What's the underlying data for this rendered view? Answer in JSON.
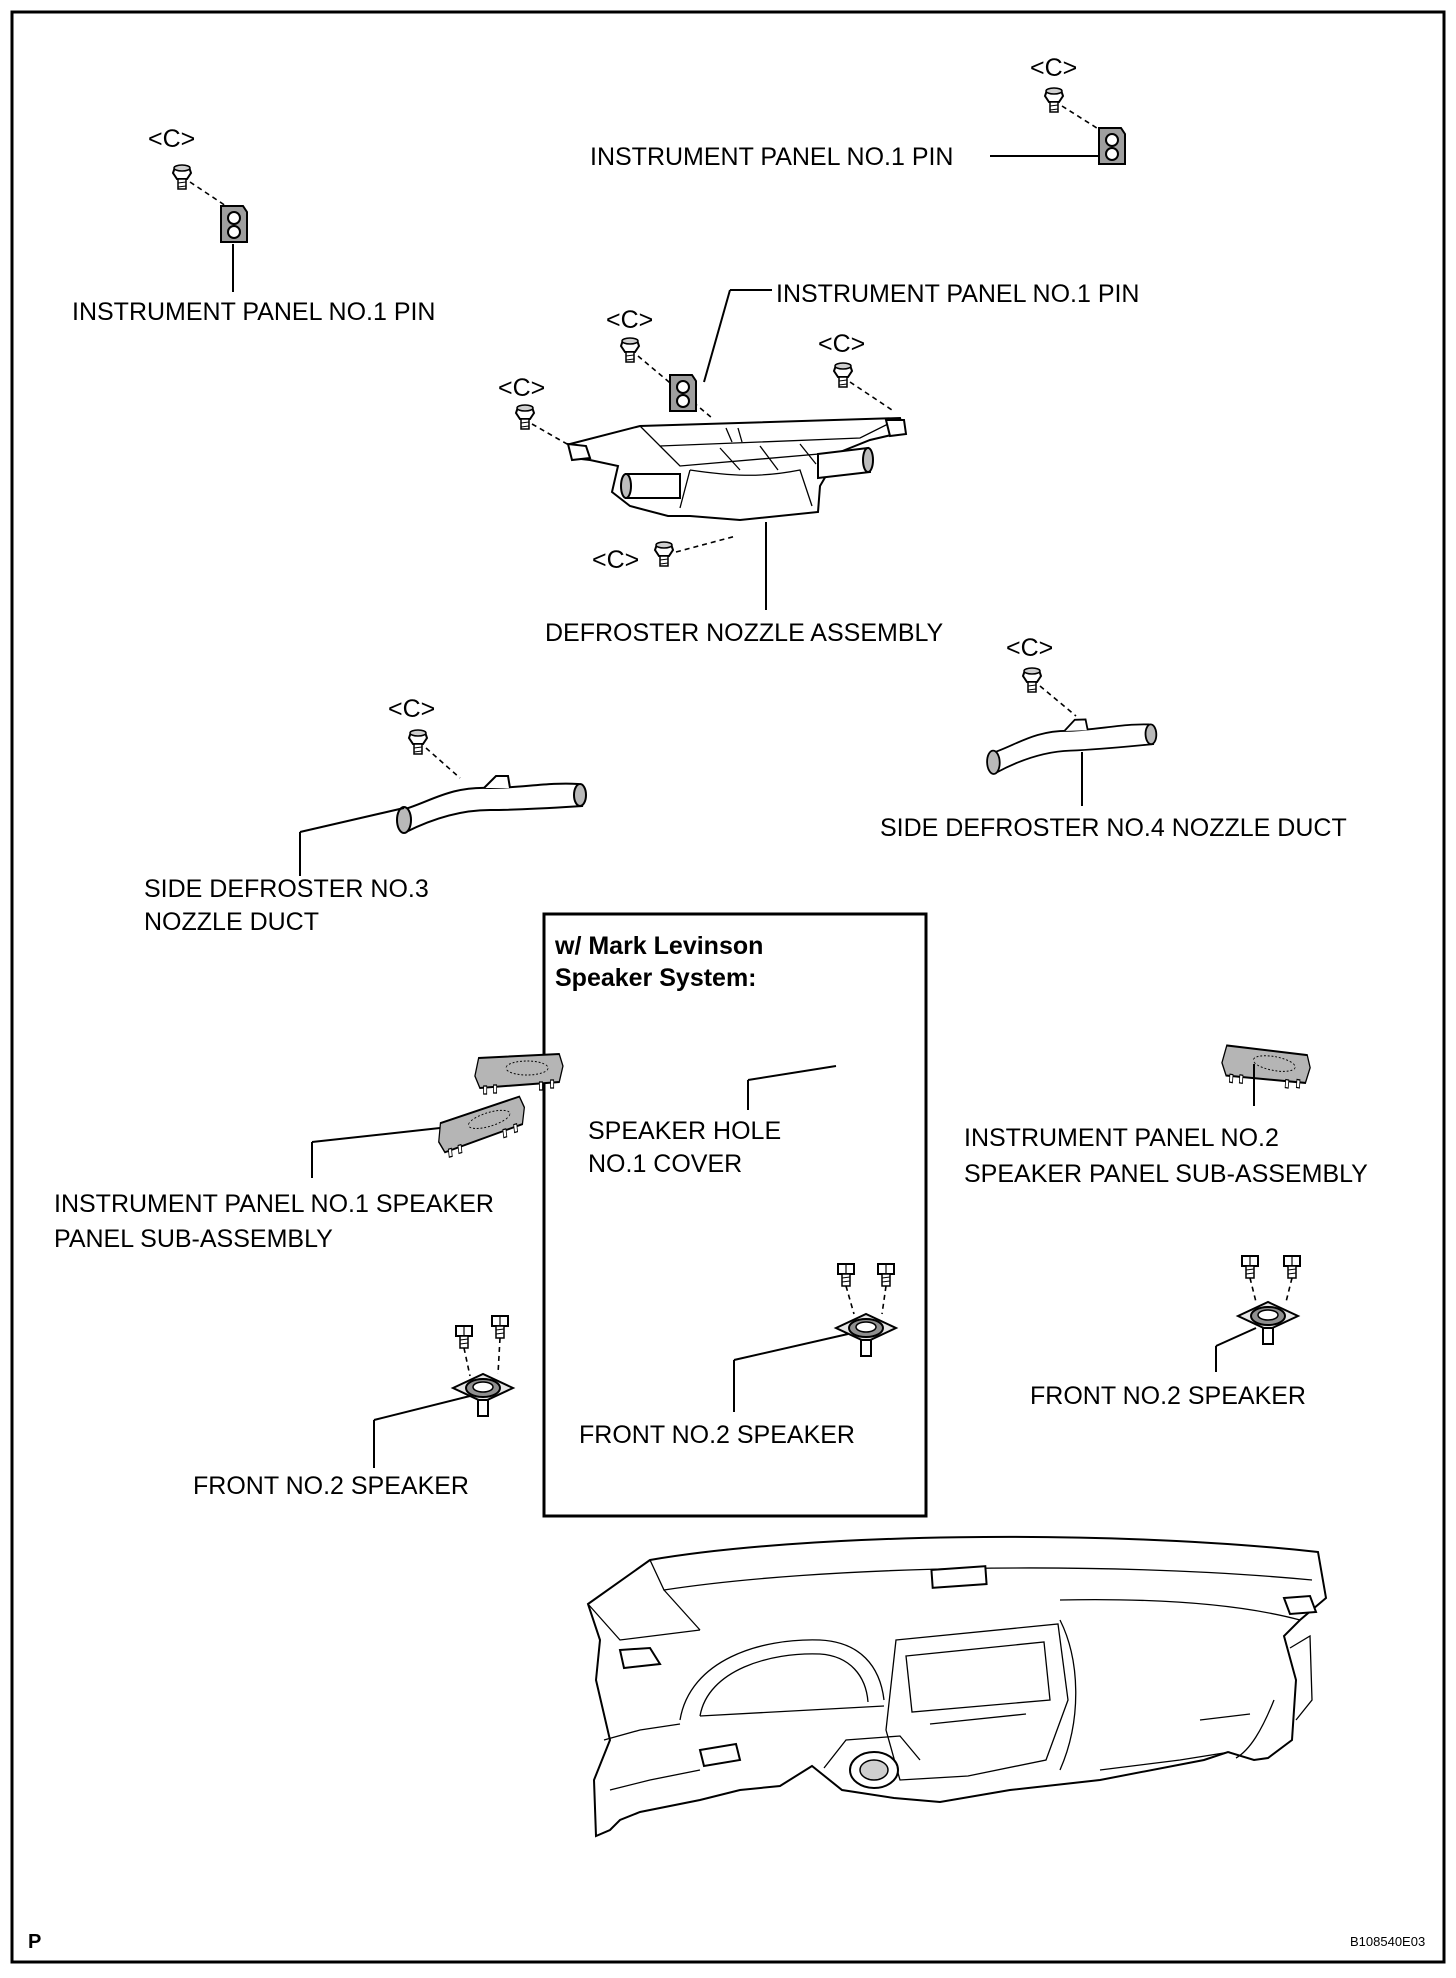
{
  "labels": {
    "c_marker": "<C>",
    "pin_left": "INSTRUMENT PANEL NO.1 PIN",
    "pin_top_right": "INSTRUMENT PANEL NO.1 PIN",
    "pin_center": "INSTRUMENT PANEL NO.1 PIN",
    "defroster_nozzle": "DEFROSTER NOZZLE ASSEMBLY",
    "side_duct_3_line1": "SIDE DEFROSTER NO.3",
    "side_duct_3_line2": "NOZZLE DUCT",
    "side_duct_4": "SIDE DEFROSTER NO.4 NOZZLE DUCT",
    "ml_box_line1": "w/ Mark Levinson",
    "ml_box_line2": "Speaker System:",
    "speaker_hole_line1": "SPEAKER HOLE",
    "speaker_hole_line2": "NO.1 COVER",
    "panel1_line1": "INSTRUMENT PANEL NO.1 SPEAKER",
    "panel1_line2": "PANEL SUB-ASSEMBLY",
    "panel2_line1": "INSTRUMENT PANEL NO.2",
    "panel2_line2": "SPEAKER PANEL SUB-ASSEMBLY",
    "speaker_left": "FRONT NO.2 SPEAKER",
    "speaker_box": "FRONT NO.2 SPEAKER",
    "speaker_right": "FRONT NO.2 SPEAKER",
    "corner_p": "P",
    "figure_code": "B108540E03"
  }
}
